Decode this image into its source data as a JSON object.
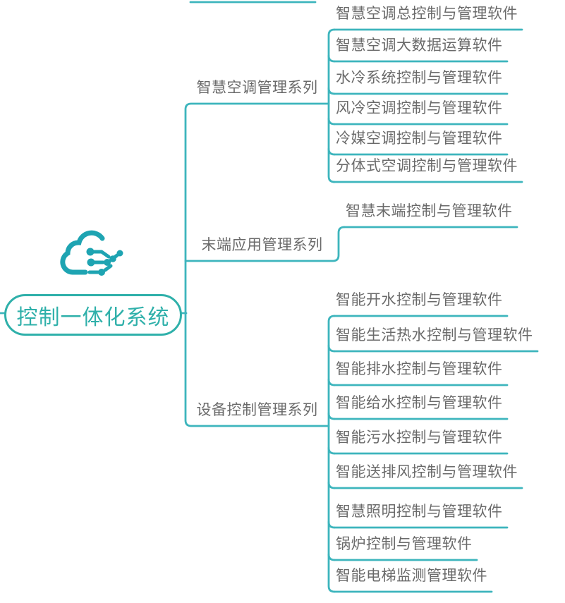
{
  "root": {
    "label": "控制一体化系统"
  },
  "icon": {
    "name": "cloud-circuit-icon"
  },
  "branches": [
    {
      "label": "智慧空调管理系列",
      "children": [
        "智慧空调总控制与管理软件",
        "智慧空调大数据运算软件",
        "水冷系统控制与管理软件",
        "风冷空调控制与管理软件",
        "冷媒空调控制与管理软件",
        "分体式空调控制与管理软件"
      ]
    },
    {
      "label": "末端应用管理系列",
      "children": [
        "智慧末端控制与管理软件"
      ]
    },
    {
      "label": "设备控制管理系列",
      "children": [
        "智能开水控制与管理软件",
        "智能生活热水控制与管理软件",
        "智能排水控制与管理软件",
        "智能给水控制与管理软件",
        "智能污水控制与管理软件",
        "智能送排风控制与管理软件",
        "智慧照明控制与管理软件",
        "锅炉控制与管理软件",
        "智能电梯监测管理软件"
      ]
    }
  ],
  "colors": {
    "line": "#3db5bd",
    "root_accent": "#2fb0aa",
    "icon": "#1ea4b2",
    "node_text": "#6a6a6a",
    "background": "#ffffff"
  }
}
